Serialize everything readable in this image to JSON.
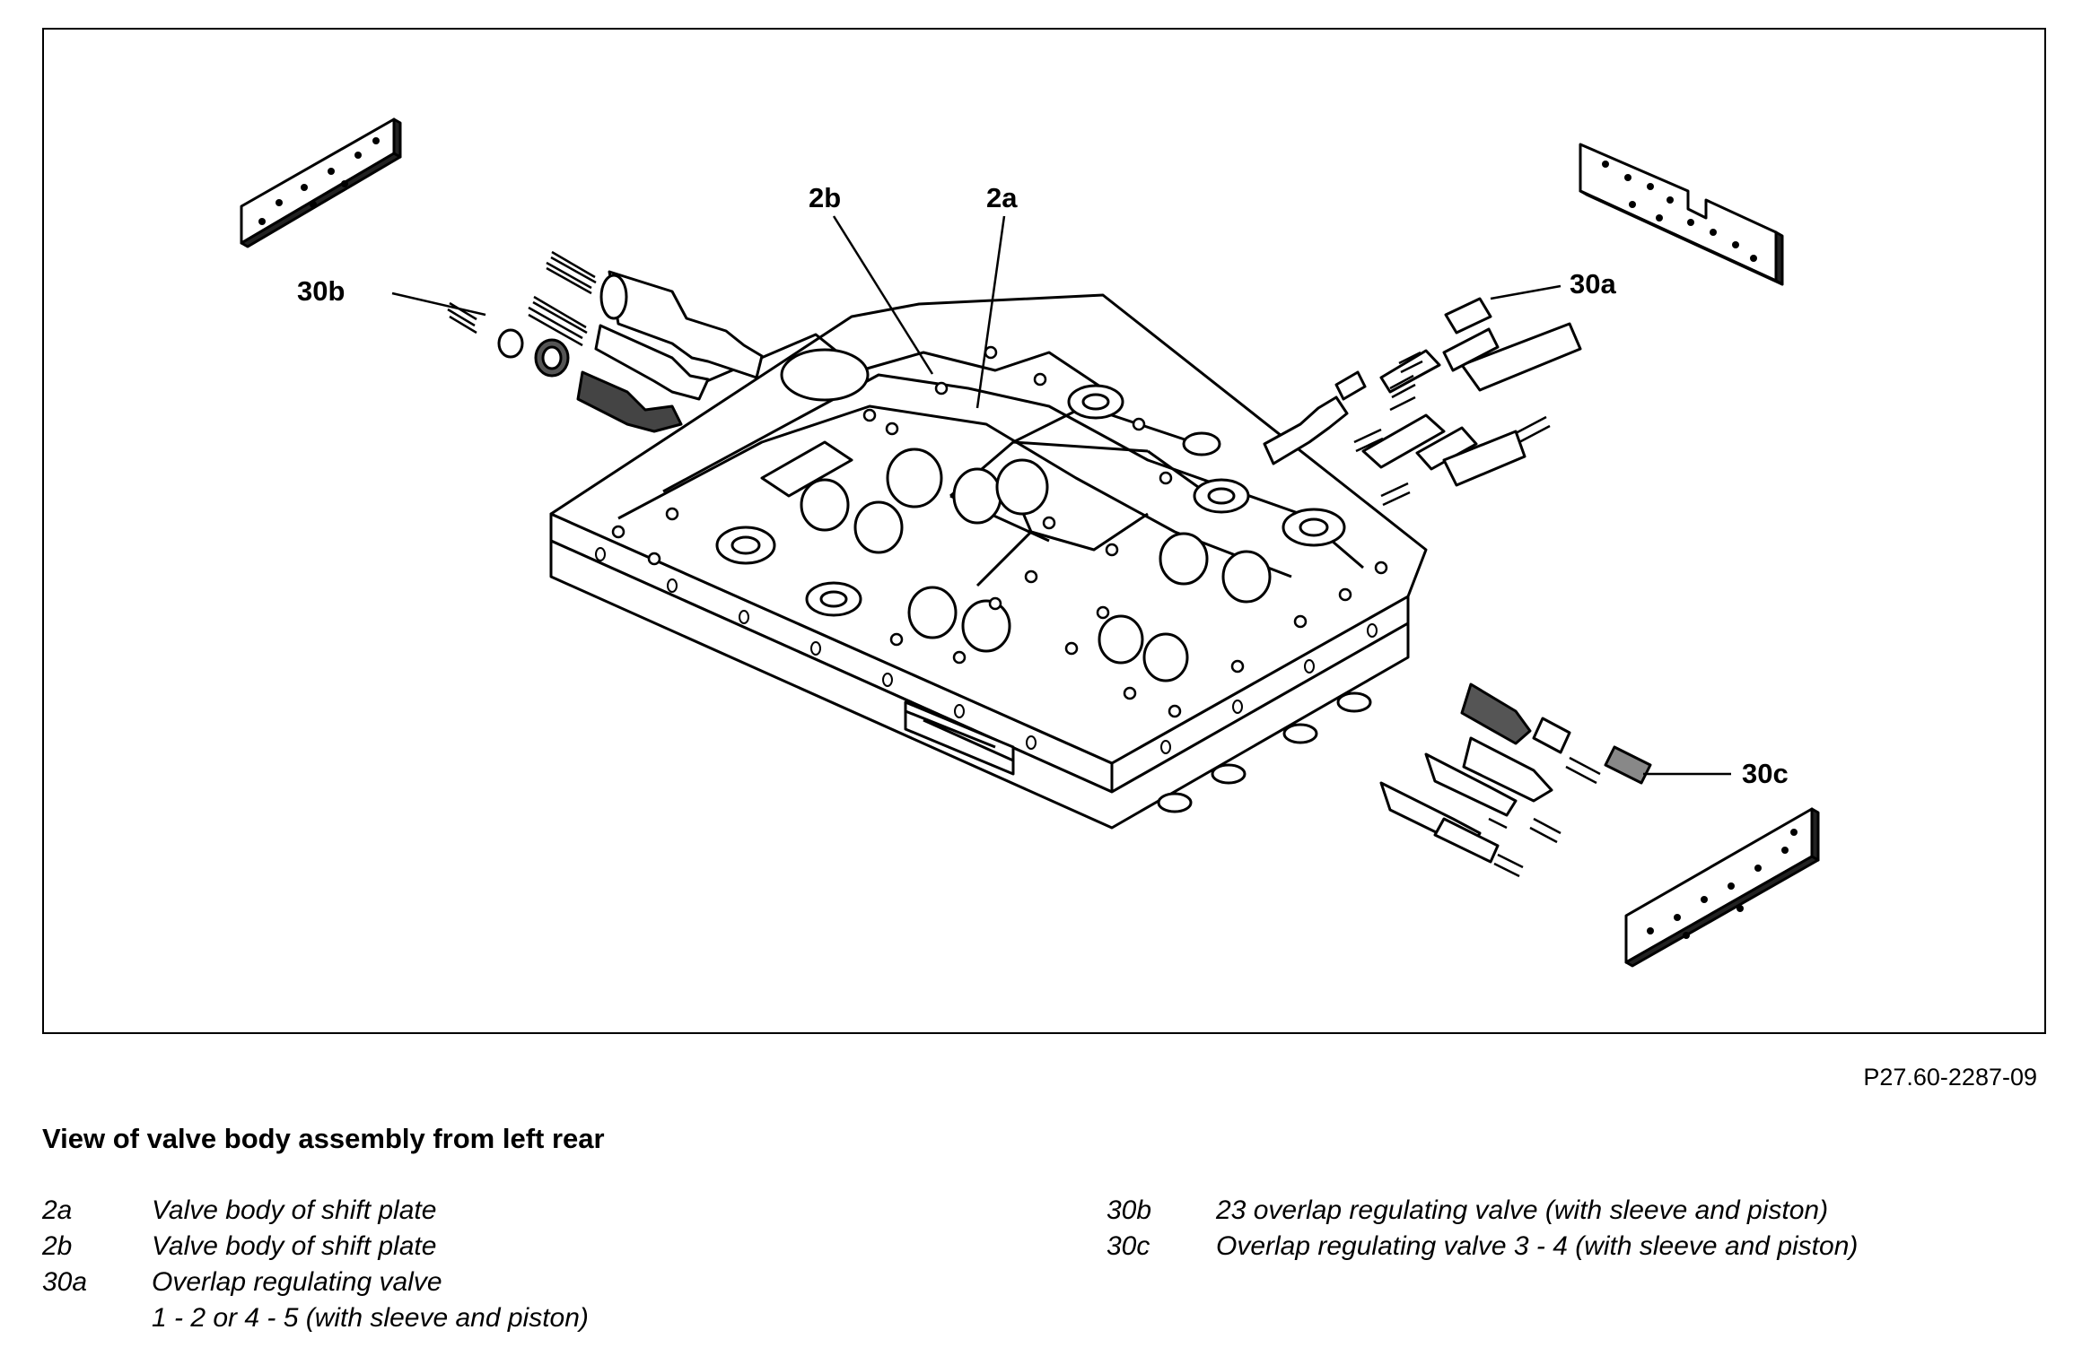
{
  "figure_code": "P27.60-2287-09",
  "title": "View of  valve body assembly from left rear",
  "callouts": {
    "c2a": "2a",
    "c2b": "2b",
    "c30a": "30a",
    "c30b": "30b",
    "c30c": "30c"
  },
  "legend_left": [
    {
      "key": "2a",
      "text": "Valve body of shift plate"
    },
    {
      "key": "2b",
      "text": "Valve body of shift plate"
    },
    {
      "key": "30a",
      "text": "Overlap regulating valve\n1 - 2 or 4 - 5 (with sleeve and piston)"
    }
  ],
  "legend_right": [
    {
      "key": "30b",
      "text": "23 overlap regulating valve (with sleeve and piston)"
    },
    {
      "key": "30c",
      "text": "Overlap regulating valve 3 - 4 (with sleeve and piston)"
    }
  ]
}
